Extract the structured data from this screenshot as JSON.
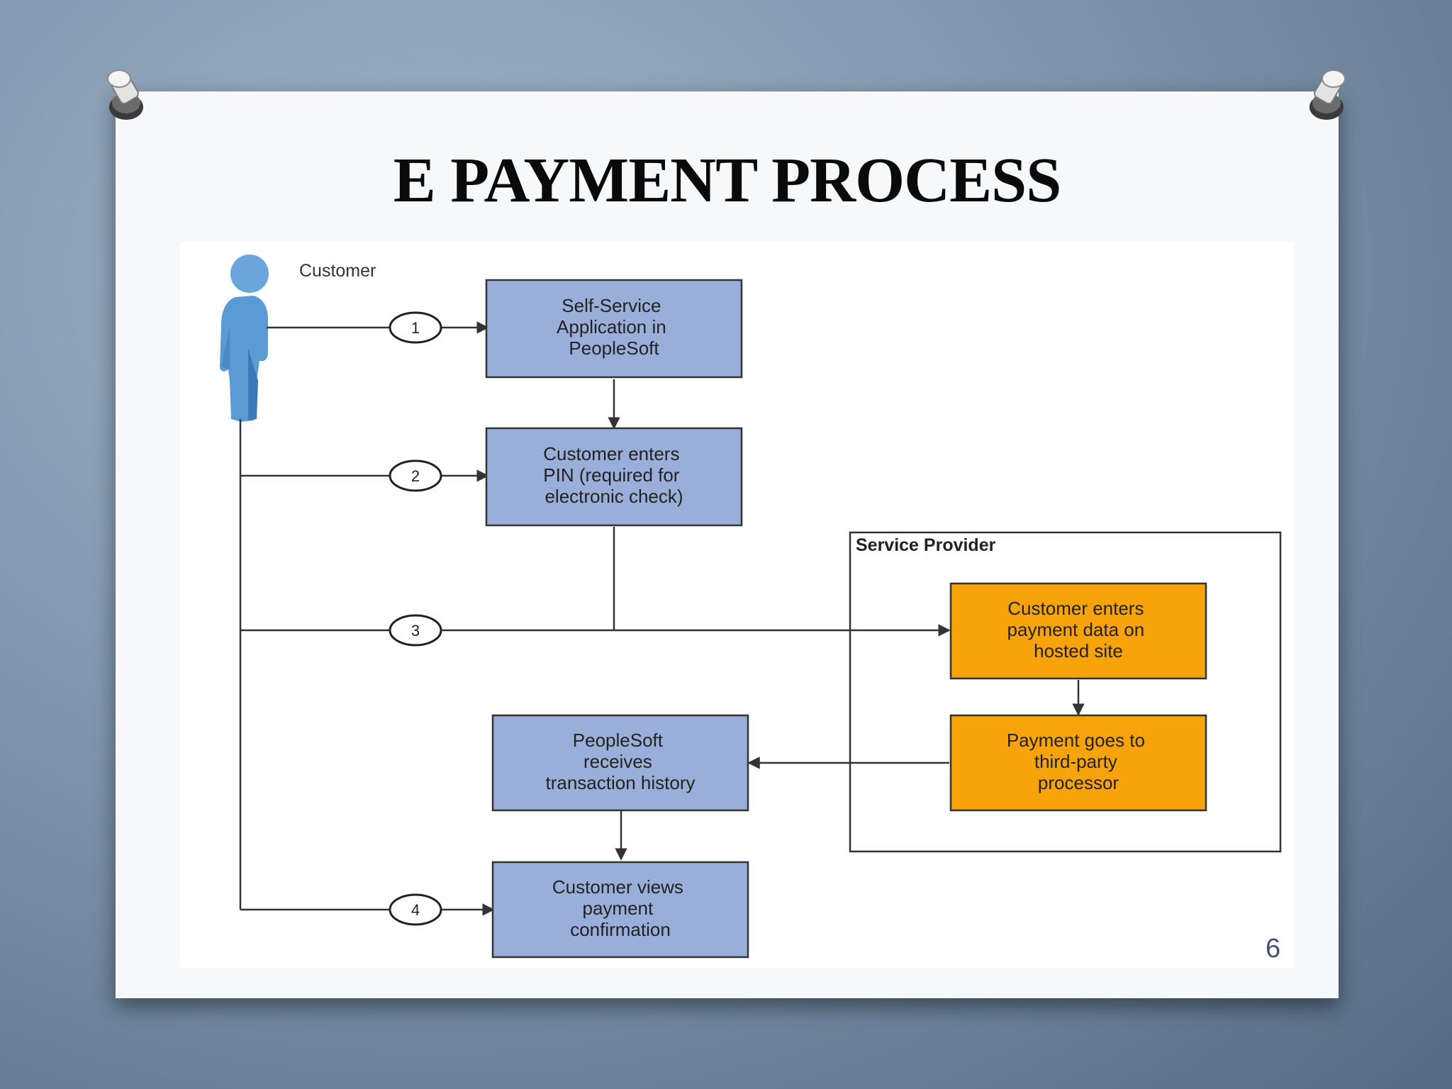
{
  "slide": {
    "title": "E PAYMENT PROCESS",
    "page_number": "6"
  },
  "diagram": {
    "actor_label": "Customer",
    "group_label": "Service Provider",
    "colors": {
      "blue_box": "#99aed8",
      "orange_box": "#f8a309",
      "line": "#333333",
      "actor": "#5b9bd5"
    },
    "steps": [
      "1",
      "2",
      "3",
      "4"
    ],
    "nodes": {
      "self_service": [
        "Self-Service",
        "Application in",
        "PeopleSoft"
      ],
      "enter_pin": [
        "Customer enters",
        "PIN (required for",
        "electronic check)"
      ],
      "enter_payment": [
        "Customer enters",
        "payment data on",
        "hosted site"
      ],
      "third_party": [
        "Payment goes to",
        "third-party",
        "processor"
      ],
      "receives_history": [
        "PeopleSoft",
        "receives",
        "transaction history"
      ],
      "views_confirmation": [
        "Customer views",
        "payment",
        "confirmation"
      ]
    }
  }
}
